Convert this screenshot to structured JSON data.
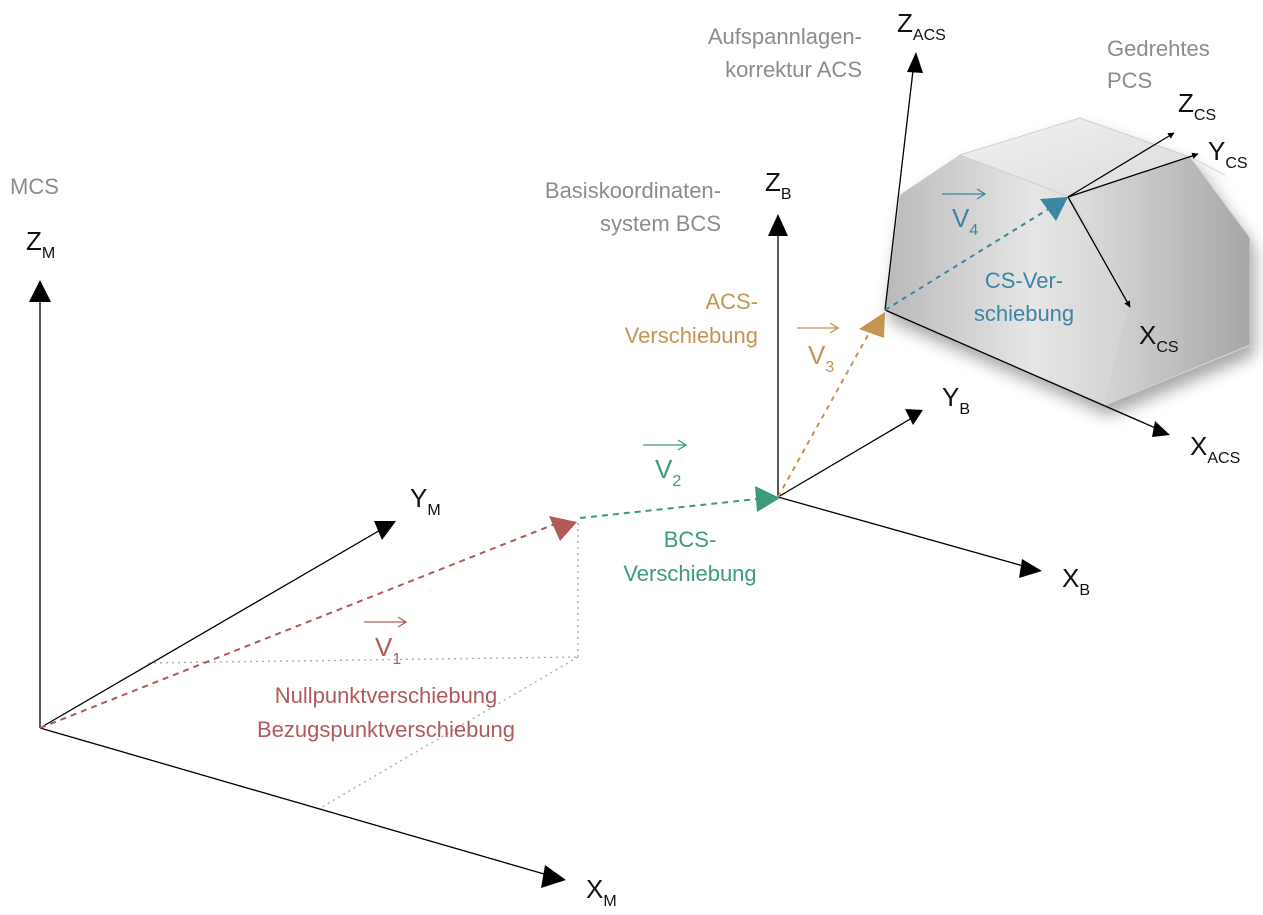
{
  "labels": {
    "mcs": "MCS",
    "bcs_line1": "Basiskoordinaten-",
    "bcs_line2": "system BCS",
    "acs_line1": "Aufspannlagen-",
    "acs_line2": "korrektur ACS",
    "pcs_line1": "Gedrehtes",
    "pcs_line2": "PCS"
  },
  "axes": {
    "zm": {
      "main": "Z",
      "sub": "M"
    },
    "ym": {
      "main": "Y",
      "sub": "M"
    },
    "xm": {
      "main": "X",
      "sub": "M"
    },
    "zb": {
      "main": "Z",
      "sub": "B"
    },
    "yb": {
      "main": "Y",
      "sub": "B"
    },
    "xb": {
      "main": "X",
      "sub": "B"
    },
    "zacs": {
      "main": "Z",
      "sub": "ACS"
    },
    "xacs": {
      "main": "X",
      "sub": "ACS"
    },
    "zcs": {
      "main": "Z",
      "sub": "CS"
    },
    "ycs": {
      "main": "Y",
      "sub": "CS"
    },
    "xcs": {
      "main": "X",
      "sub": "CS"
    }
  },
  "vectors": {
    "v1": {
      "main": "V",
      "sub": "1"
    },
    "v2": {
      "main": "V",
      "sub": "2"
    },
    "v3": {
      "main": "V",
      "sub": "3"
    },
    "v4": {
      "main": "V",
      "sub": "4"
    }
  },
  "shifts": {
    "nullpunkt": "Nullpunktverschiebung",
    "bezugspunkt": "Bezugspunktverschiebung",
    "bcs_line1": "BCS-",
    "bcs_line2": "Verschiebung",
    "acs_line1": "ACS-",
    "acs_line2": "Verschiebung",
    "cs_line1": "CS-Ver-",
    "cs_line2": "schiebung"
  },
  "colors": {
    "red": "#b05a5a",
    "green": "#3d9a7c",
    "brown": "#c39550",
    "blue": "#3b86a2",
    "gray": "#8c8c8c"
  }
}
